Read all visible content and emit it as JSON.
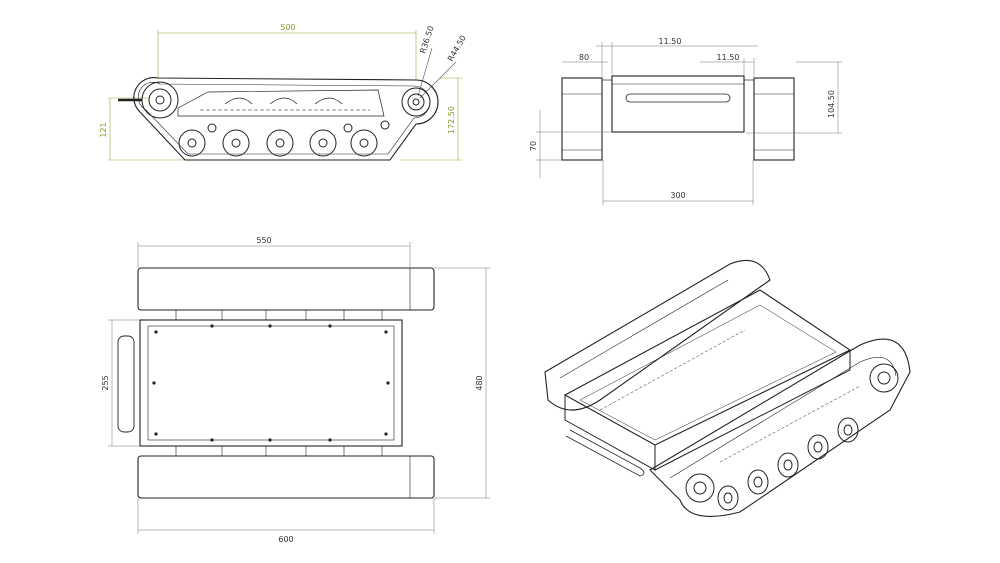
{
  "side_view": {
    "length_label": "500",
    "radius_small_label": "R36.50",
    "radius_large_label": "R44.50",
    "height_label": "121",
    "overall_height_label": "172.50"
  },
  "front_view": {
    "track_width_label": "80",
    "offset_left_label": "11.50",
    "offset_right_label": "11.50",
    "body_height_label": "104.50",
    "clearance_label": "70",
    "body_width_label": "300"
  },
  "top_view": {
    "length_label": "550",
    "handle_label": "255",
    "width_label": "480",
    "overall_length_label": "600"
  },
  "colors": {
    "line": "#222222",
    "dim_line": "#777777",
    "dim_green": "#9aa83a"
  }
}
